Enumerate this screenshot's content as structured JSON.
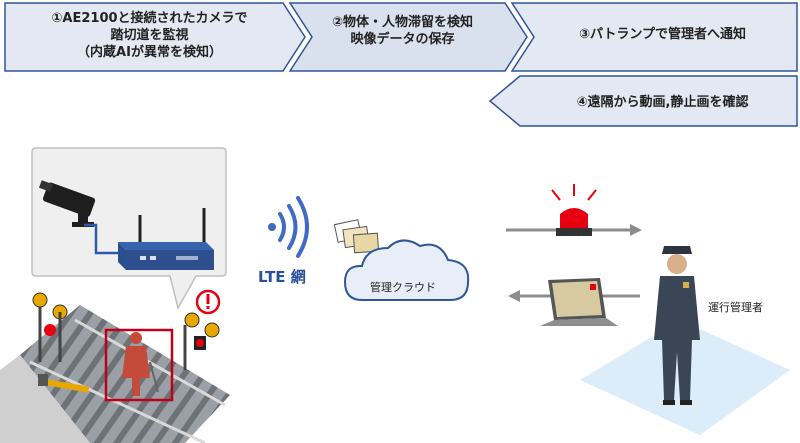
{
  "steps": {
    "step1": [
      "①AE2100と接続されたカメラで",
      "踏切道を監視",
      "（内蔵AIが異常を検知）"
    ],
    "step2": [
      "②物体・人物滞留を検知",
      "映像データの保存"
    ],
    "step3": "③パトランプで管理者へ通知",
    "step4": "④遠隔から動画,静止画を確認"
  },
  "labels": {
    "lte": "LTE 網",
    "cloud": "管理クラウド",
    "operator": "運行管理者"
  },
  "colors": {
    "step_fill_light": "#e3e8f2",
    "step_fill_mid": "#d3dbe9",
    "step_border": "#2f5597",
    "device_blue": "#2d4f8e",
    "alert_red": "#e60012",
    "signal_blue": "#3f6bc4",
    "floor_blue": "#dcecf9",
    "detect_box": "#c0001a"
  },
  "icons": {
    "camera": "security-camera-icon",
    "router": "ae2100-router-icon",
    "signal": "wireless-signal-icon",
    "cloud": "cloud-icon",
    "photos": "image-stack-icon",
    "lamp": "patrol-lamp-icon",
    "laptop": "laptop-icon",
    "operator": "operator-person-icon",
    "warning": "warning-icon",
    "crossing": "railroad-crossing-icon"
  }
}
